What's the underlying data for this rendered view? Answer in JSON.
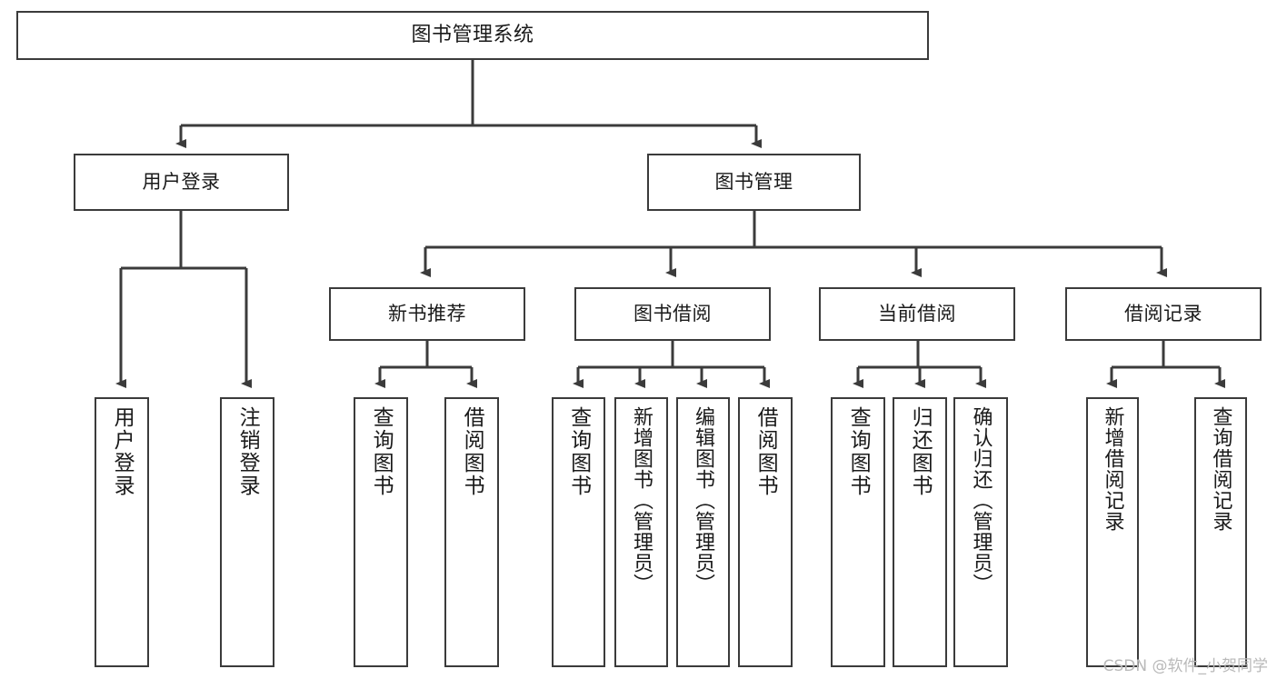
{
  "diagram": {
    "title": "图书管理系统",
    "type": "tree",
    "colors": {
      "box_border": "#3b3b3b",
      "box_fill": "#ffffff",
      "connector": "#3b3b3b",
      "text": "#1a1a1a",
      "watermark": "#b9b9b9",
      "background": "#ffffff"
    },
    "root": {
      "label": "图书管理系统"
    },
    "level2": [
      {
        "id": "user-login",
        "label": "用户登录"
      },
      {
        "id": "book-manage",
        "label": "图书管理"
      }
    ],
    "level3": [
      {
        "id": "new-book-rec",
        "label": "新书推荐"
      },
      {
        "id": "book-borrow",
        "label": "图书借阅"
      },
      {
        "id": "current-borrow",
        "label": "当前借阅"
      },
      {
        "id": "borrow-record",
        "label": "借阅记录"
      }
    ],
    "leaves": {
      "user_login": [
        {
          "id": "leaf-user-login",
          "label": "用户登录"
        },
        {
          "id": "leaf-user-logout",
          "label": "注销登录"
        }
      ],
      "new_book_rec": [
        {
          "id": "leaf-query-book-1",
          "label": "查询图书"
        },
        {
          "id": "leaf-borrow-book-1",
          "label": "借阅图书"
        }
      ],
      "book_borrow": [
        {
          "id": "leaf-query-book-2",
          "label": "查询图书"
        },
        {
          "id": "leaf-add-book",
          "label": "新增图书（管理员）"
        },
        {
          "id": "leaf-edit-book",
          "label": "编辑图书（管理员）"
        },
        {
          "id": "leaf-borrow-book-2",
          "label": "借阅图书"
        }
      ],
      "current_borrow": [
        {
          "id": "leaf-query-book-3",
          "label": "查询图书"
        },
        {
          "id": "leaf-return-book",
          "label": "归还图书"
        },
        {
          "id": "leaf-confirm-return",
          "label": "确认归还（管理员）"
        }
      ],
      "borrow_record": [
        {
          "id": "leaf-add-record",
          "label": "新增借阅记录"
        },
        {
          "id": "leaf-query-record",
          "label": "查询借阅记录"
        }
      ]
    }
  },
  "watermark": {
    "text": "CSDN @软件_小贺同学"
  }
}
